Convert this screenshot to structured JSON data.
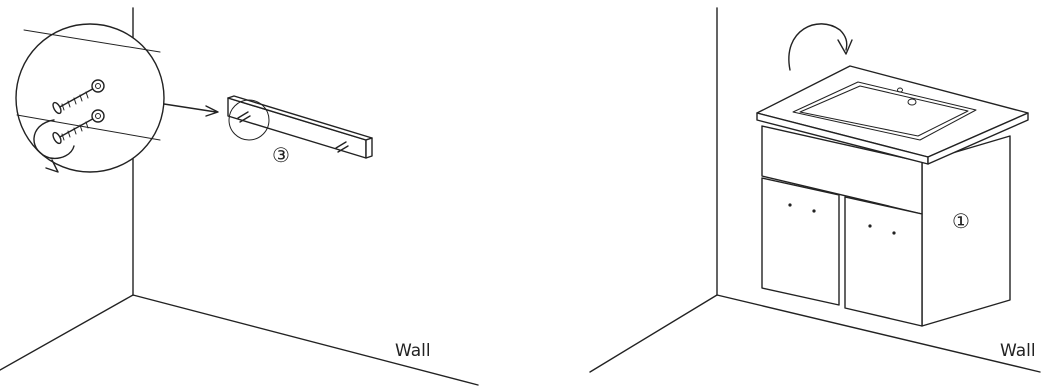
{
  "left_panel": {
    "wall_label": "Wall",
    "part_number": "③"
  },
  "right_panel": {
    "wall_label": "Wall",
    "part_number": "①"
  }
}
